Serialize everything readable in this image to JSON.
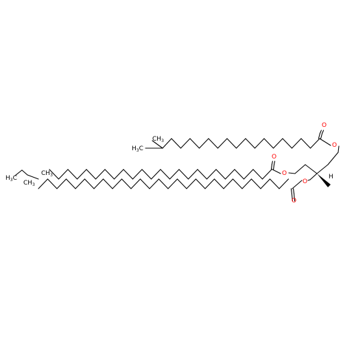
{
  "colors": {
    "carbon": "#000000",
    "oxygen": "#ff0000",
    "background": "#ffffff"
  },
  "atoms": {
    "o1": "O",
    "o2": "O",
    "o3": "O",
    "o4": "O",
    "o5": "O",
    "o6": "O",
    "h_stereo": "H",
    "ch3_mid": "CH",
    "ch3_mid_sub": "3",
    "h3c_top": "H",
    "h3c_top_sub": "3",
    "h3c_top_c": "C",
    "ch3_branch_top": "CH",
    "ch3_branch_top_sub": "3",
    "h3c_bot": "H",
    "h3c_bot_sub": "3",
    "h3c_bot_c": "C",
    "ch3_branch_bot": "CH",
    "ch3_branch_bot_sub": "3"
  }
}
